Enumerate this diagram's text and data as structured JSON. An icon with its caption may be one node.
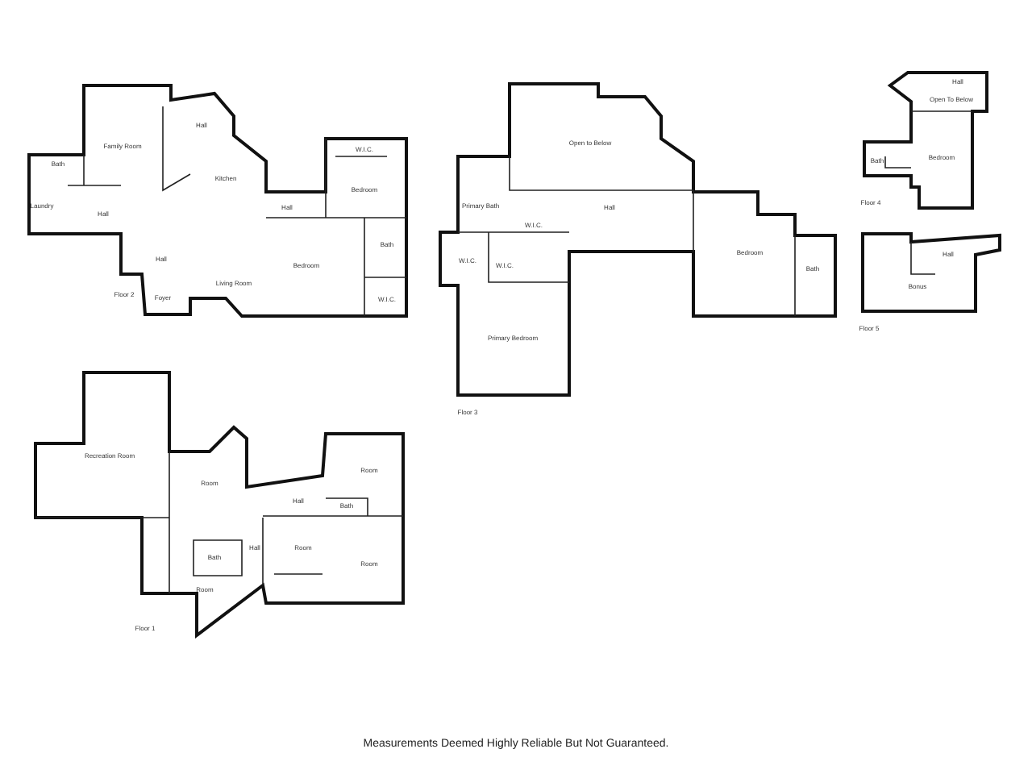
{
  "diagram": {
    "caption": "Measurements Deemed Highly Reliable But Not Guaranteed.",
    "labels": [
      "Family Room",
      "Hall",
      "Bath",
      "Kitchen",
      "Laundry",
      "Hall",
      "W.I.C.",
      "Bedroom",
      "Hall",
      "Hall",
      "Bedroom",
      "Bath",
      "Floor 2",
      "Foyer",
      "Living Room",
      "W.I.C.",
      "Open to Below",
      "Primary Bath",
      "Hall",
      "W.I.C.",
      "W.I.C.",
      "W.I.C.",
      "Bedroom",
      "Bath",
      "Primary Bedroom",
      "Floor 3",
      "Hall",
      "Open To Below",
      "Bedroom",
      "Bath",
      "Floor 4",
      "Hall",
      "Bonus",
      "Floor 5",
      "Recreation Room",
      "Room",
      "Hall",
      "Room",
      "Bath",
      "Hall",
      "Room",
      "Bath",
      "Room",
      "Room",
      "Floor 1"
    ]
  }
}
